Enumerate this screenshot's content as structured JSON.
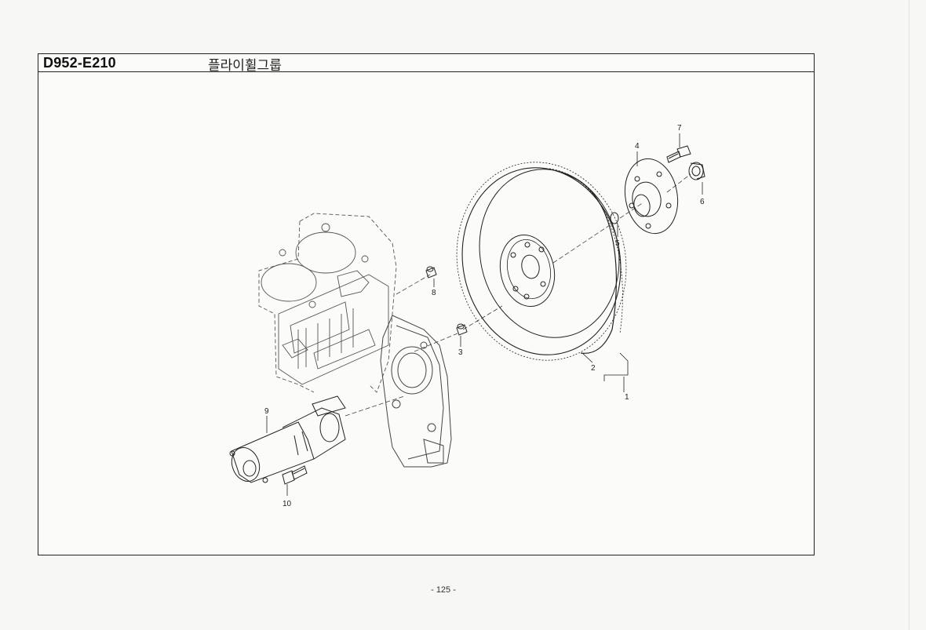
{
  "header": {
    "code": "D952-E210",
    "title": "플라이휠그룹"
  },
  "callouts": {
    "c1": "1",
    "c2": "2",
    "c3": "3",
    "c4": "4",
    "c5": "5",
    "c6": "6",
    "c7": "7",
    "c8": "8",
    "c9": "9",
    "c10": "10"
  },
  "parts": [
    {
      "no": "1",
      "icon": "flywheel-assembly"
    },
    {
      "no": "2",
      "icon": "flywheel-ring-gear"
    },
    {
      "no": "3",
      "icon": "dowel-pin"
    },
    {
      "no": "4",
      "icon": "flange-hub"
    },
    {
      "no": "5",
      "icon": "snap-ring"
    },
    {
      "no": "6",
      "icon": "bushing"
    },
    {
      "no": "7",
      "icon": "bolt"
    },
    {
      "no": "8",
      "icon": "dowel-pin"
    },
    {
      "no": "9",
      "icon": "starter-motor"
    },
    {
      "no": "10",
      "icon": "bolt"
    }
  ],
  "footer": {
    "page": "- 125 -"
  }
}
